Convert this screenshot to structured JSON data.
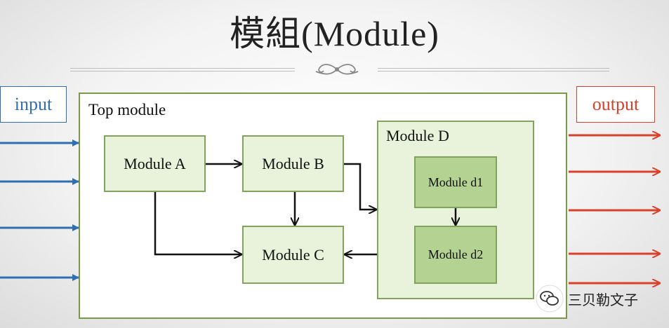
{
  "title": "模組(Module)",
  "io": {
    "input": "input",
    "output": "output"
  },
  "top_module": {
    "label": "Top module"
  },
  "modules": {
    "a": "Module A",
    "b": "Module B",
    "c": "Module C",
    "d": "Module D",
    "d1": "Module d1",
    "d2": "Module d2"
  },
  "watermark": {
    "text": "三贝勒文子"
  },
  "colors": {
    "input": "#2f6fb0",
    "output": "#d9412b",
    "module_fill": "#e9f2da",
    "submodule_fill": "#b4d392",
    "module_border": "#82a35c"
  }
}
